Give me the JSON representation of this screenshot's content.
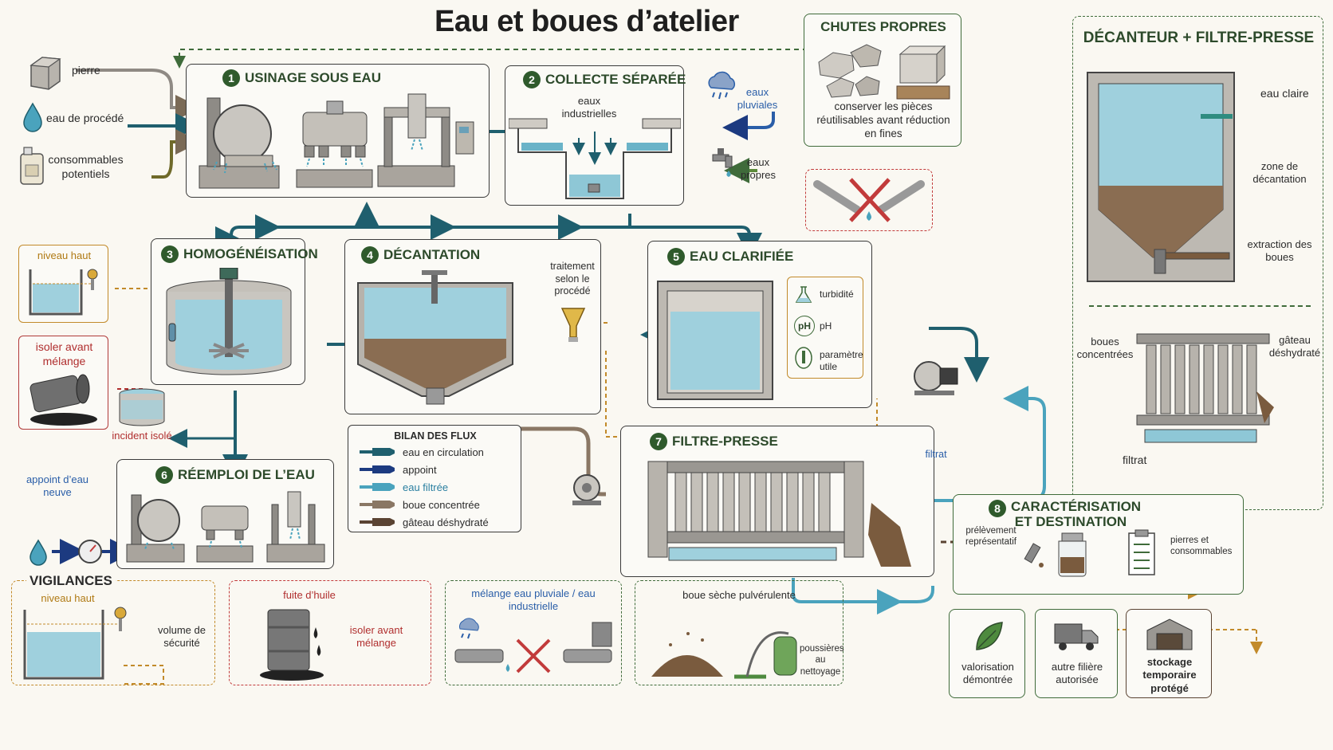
{
  "title": "Eau et boues d’atelier",
  "inputs": {
    "stone": "pierre",
    "process_water": "eau de procédé",
    "consumables": "consommables potentiels"
  },
  "steps": {
    "s1": {
      "num": "1",
      "title": "USINAGE SOUS EAU"
    },
    "s2": {
      "num": "2",
      "title": "COLLECTE SÉPARÉE",
      "label": "eaux industrielles"
    },
    "s3": {
      "num": "3",
      "title": "HOMOGÉNÉISATION"
    },
    "s4": {
      "num": "4",
      "title": "DÉCANTATION"
    },
    "s5": {
      "num": "5",
      "title": "EAU CLARIFIÉE"
    },
    "s6": {
      "num": "6",
      "title": "RÉEMPLOI DE L’EAU"
    },
    "s7": {
      "num": "7",
      "title": "FILTRE-PRESSE"
    },
    "s8": {
      "num": "8",
      "title": "CARACTÉRISATION ET DESTINATION"
    }
  },
  "collect": {
    "rain": "eaux pluviales",
    "clean": "eaux propres"
  },
  "clean_scraps": {
    "title": "CHUTES PROPRES",
    "text": "conserver les pièces réutilisables avant réduction en fines"
  },
  "level": {
    "high": "niveau haut"
  },
  "isolate": {
    "text": "isoler avant mélange",
    "incident": "incident isolé"
  },
  "treatment": "traitement selon le procédé",
  "params": {
    "turbidity": "turbidité",
    "ph": "pH",
    "ph_icon": "pH",
    "useful": "paramètre utile"
  },
  "reuse": {
    "makeup": "appoint d’eau neuve"
  },
  "filtrat": "filtrat",
  "legend": {
    "title": "BILAN DES FLUX",
    "items": [
      "eau en circulation",
      "appoint",
      "eau filtrée",
      "boue concentrée",
      "gâteau déshydraté"
    ],
    "colors": [
      "#1f5f6e",
      "#1c3a80",
      "#4aa3bd",
      "#8a7764",
      "#5a4332"
    ]
  },
  "vigilance": {
    "title": "VIGILANCES",
    "high_level": "niveau haut",
    "safety_volume": "volume de sécurité",
    "oil_leak": "fuite d’huile",
    "isolate": "isoler avant mélange",
    "mix": "mélange eau  pluviale / eau industrielle",
    "dry_sludge": "boue sèche pulvérulente",
    "dust": "poussières au nettoyage"
  },
  "decanter": {
    "title": "DÉCANTEUR + FILTRE-PRESSE",
    "clear_water": "eau claire",
    "zone": "zone de décantation",
    "extraction": "extraction des boues",
    "sludge_in": "boues concentrées",
    "cake": "gâteau déshydraté",
    "filtrat": "filtrat"
  },
  "characterization": {
    "sample": "prélèvement représentatif",
    "stones": "pierres et consommables",
    "dest": [
      "valorisation démontrée",
      "autre filière autorisée",
      "stockage temporaire protégé"
    ]
  },
  "colors": {
    "circulation": "#1f5f6e",
    "appoint": "#1c3a80",
    "filtered": "#4aa3bd",
    "sludge": "#8a7764",
    "cake": "#5a4332",
    "green": "#3f6b3a",
    "red": "#c23b3b",
    "yellow": "#c28a2a"
  }
}
